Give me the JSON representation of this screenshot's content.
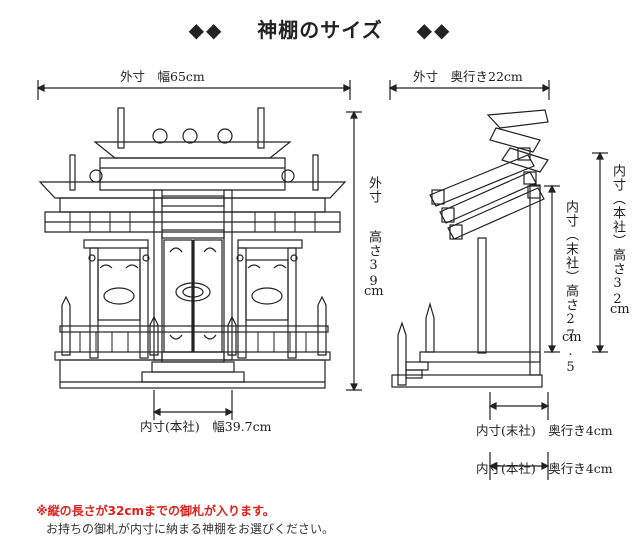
{
  "title": {
    "diamonds_left": "◆◆",
    "text": "神棚のサイズ",
    "diamonds_right": "◆◆"
  },
  "front": {
    "outer_width_label": "外寸　幅65cm",
    "outer_height_label_v": "外寸",
    "outer_height_value_v": "高さ39",
    "outer_height_unit": "cm",
    "inner_width_label": "内寸(本社)　幅39.7cm"
  },
  "side": {
    "outer_depth_label": "外寸　奥行き22cm",
    "inner_height_sub_v": "内寸（末社）高さ27.5",
    "inner_height_sub_unit": "cm",
    "inner_height_main_v": "内寸（本社）高さ32",
    "inner_height_main_unit": "cm",
    "inner_depth_sub_label": "内寸(末社)　奥行き4cm",
    "inner_depth_main_label": "内寸(本社)　奥行き4cm"
  },
  "notes": {
    "warning": "※縦の長さが32cmまでの御札が入ります。",
    "advice": "お持ちの御札が内寸に納まる神棚をお選びください。"
  },
  "colors": {
    "line": "#222222",
    "warning": "#e0201a"
  }
}
